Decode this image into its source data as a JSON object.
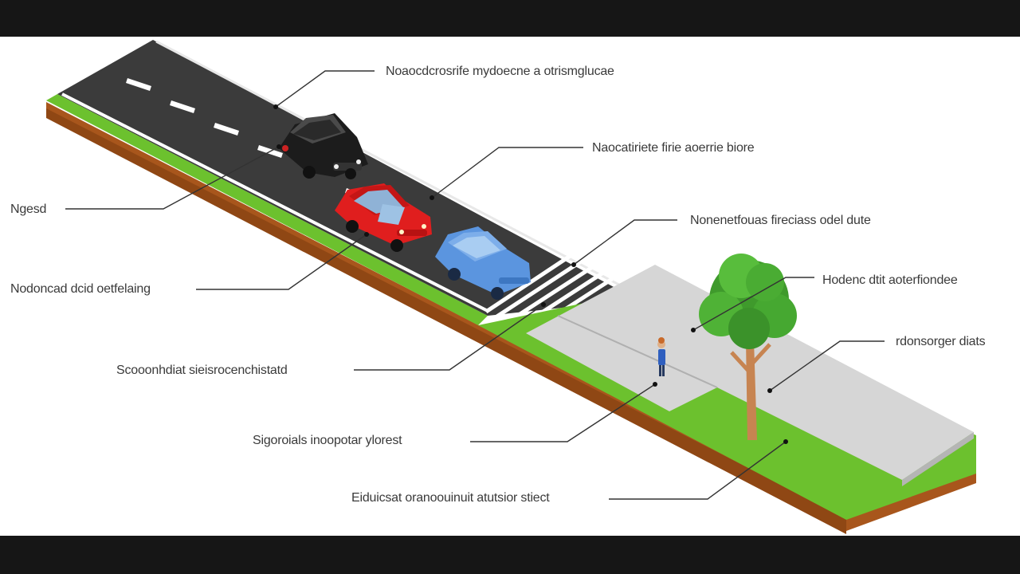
{
  "colors": {
    "road": "#3b3b3b",
    "grass": "#6cc12e",
    "soil": "#a8561c",
    "sidewalk": "#d4d4d4",
    "car_black": "#1c1c1c",
    "car_red": "#e01e1e",
    "car_blue": "#5b95df",
    "tree_foliage": "#3f9a2c",
    "tree_trunk": "#c78451"
  },
  "icons": [
    "car-black-icon",
    "car-red-icon",
    "car-blue-icon",
    "tree-icon",
    "pedestrian-icon"
  ],
  "labels": {
    "l1": "Noaocdcrosrife mydoecne a otrismglucae",
    "l2": "Naocatiriete firie aoerrie biore",
    "l3": "Ngesd",
    "l4": "Nonenetfouas fireciass odel dute",
    "l5": "Nodoncad dcid oetfelaing",
    "l6": "Hodenc dtit aoterfiondee",
    "l7": "rdonsorger diats",
    "l8": "Scooonhdiat sieisrocenchistatd",
    "l9": "Sigoroials inoopotar ylorest",
    "l10": "Eiduicsat oranoouinuit atutsior stiect"
  }
}
